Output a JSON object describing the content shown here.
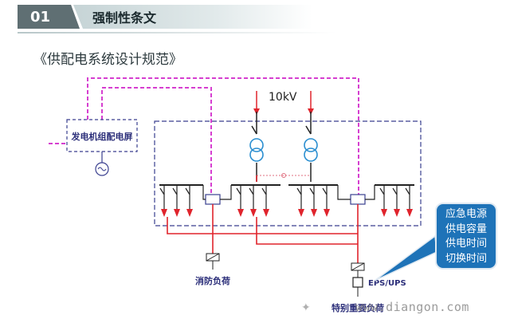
{
  "header": {
    "number": "01",
    "title": "强制性条文"
  },
  "subtitle": "《供配电系统设计规范》",
  "diagram": {
    "voltage_label": "10kV",
    "generator_panel_label": "发电机组配电屏",
    "fire_load_label": "消防负荷",
    "eps_label": "EPS/UPS",
    "bottom_label": "特别重要负荷"
  },
  "callout": {
    "lines": [
      "应急电源",
      "供电容量",
      "供电时间",
      "切换时间"
    ]
  },
  "watermark": {
    "text": "www.diangon.com"
  },
  "colors": {
    "header_dark": "#5f6f73",
    "line_red": "#e0242c",
    "line_magenta": "#d63fd0",
    "box_dashed": "#3a3f8f",
    "transformer": "#2a8ed0",
    "callout_bg": "#1e73b8"
  }
}
